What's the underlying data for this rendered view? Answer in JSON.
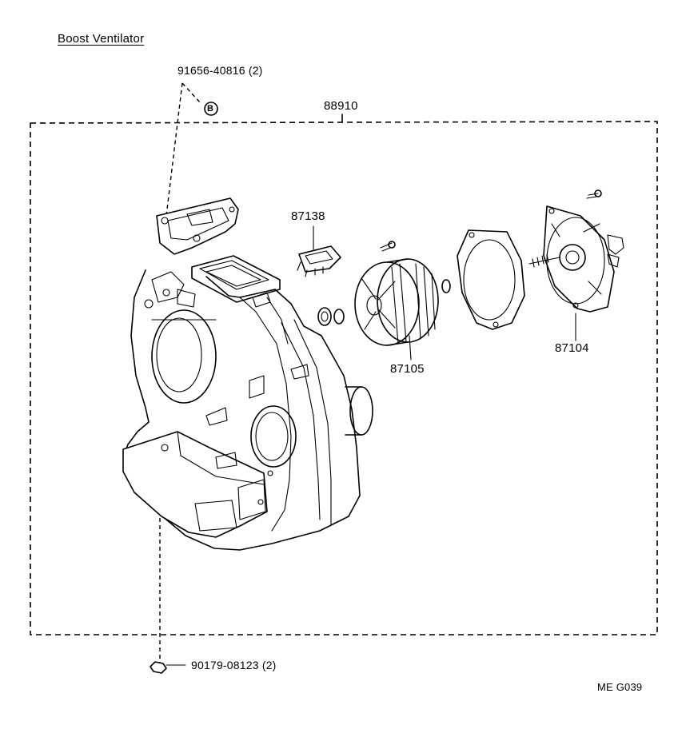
{
  "diagram": {
    "title": "Boost Ventilator",
    "assembly_part": "88910",
    "parts": [
      {
        "id": "bolt-top",
        "number": "91656-40816",
        "qty": "(2)"
      },
      {
        "id": "resistor",
        "number": "87138"
      },
      {
        "id": "fan",
        "number": "87105"
      },
      {
        "id": "motor",
        "number": "87104"
      },
      {
        "id": "nut-bottom",
        "number": "90179-08123",
        "qty": "(2)"
      }
    ],
    "ref_marker": "B",
    "figure_code": "ME  G039"
  }
}
